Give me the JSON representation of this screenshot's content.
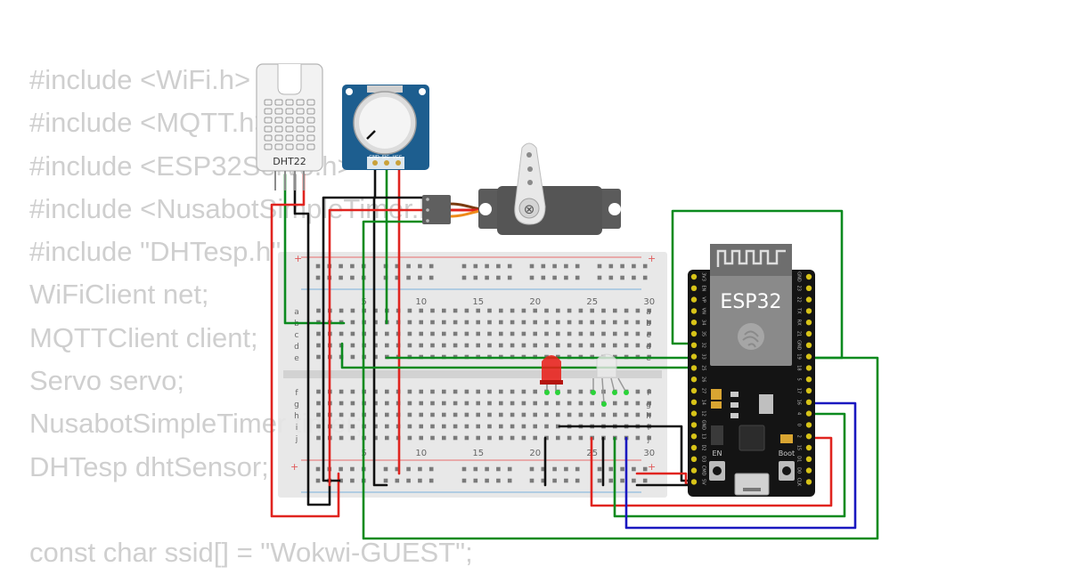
{
  "code_lines": [
    "#include <WiFi.h>",
    "#include <MQTT.h>",
    "#include <ESP32Servo.h>",
    "#include <NusabotSimpleTimer.h>",
    "#include \"DHTesp.h\"",
    "WiFiClient net;",
    "MQTTClient client;",
    "Servo servo;",
    "NusabotSimpleTimer timer;",
    "DHTesp dhtSensor;",
    "",
    "const char ssid[] = \"Wokwi-GUEST\";"
  ],
  "components": {
    "dht": {
      "label": "DHT22"
    },
    "potentiometer": {
      "pin_gnd": "GND",
      "pin_sig": "SIG",
      "pin_vcc": "VCC"
    },
    "esp32": {
      "label": "ESP32",
      "button_en": "EN",
      "button_boot": "Boot",
      "left_pins": [
        "3V3",
        "EN",
        "VP",
        "VN",
        "34",
        "35",
        "32",
        "33",
        "25",
        "26",
        "27",
        "14",
        "12",
        "GND",
        "13",
        "D2",
        "D3",
        "CMD",
        "5V"
      ],
      "right_pins": [
        "GND",
        "23",
        "22",
        "TX",
        "RX",
        "21",
        "GND",
        "19",
        "18",
        "5",
        "17",
        "16",
        "4",
        "0",
        "2",
        "15",
        "D1",
        "D0",
        "CLK"
      ]
    },
    "breadboard": {
      "columns": [
        "5",
        "10",
        "15",
        "20",
        "25",
        "30"
      ],
      "rows_top": [
        "a",
        "b",
        "c",
        "d",
        "e"
      ],
      "rows_bottom": [
        "f",
        "g",
        "h",
        "i",
        "j"
      ],
      "plus": "+"
    }
  },
  "colors": {
    "wire_green": "#0b8a1e",
    "wire_red": "#e0241f",
    "wire_black": "#111111",
    "wire_blue": "#1a18c0",
    "pcb_blue": "#1d5e8f",
    "esp_board": "#141414",
    "servo_body": "#5b5b5b",
    "code_text": "#cfcfcf"
  }
}
